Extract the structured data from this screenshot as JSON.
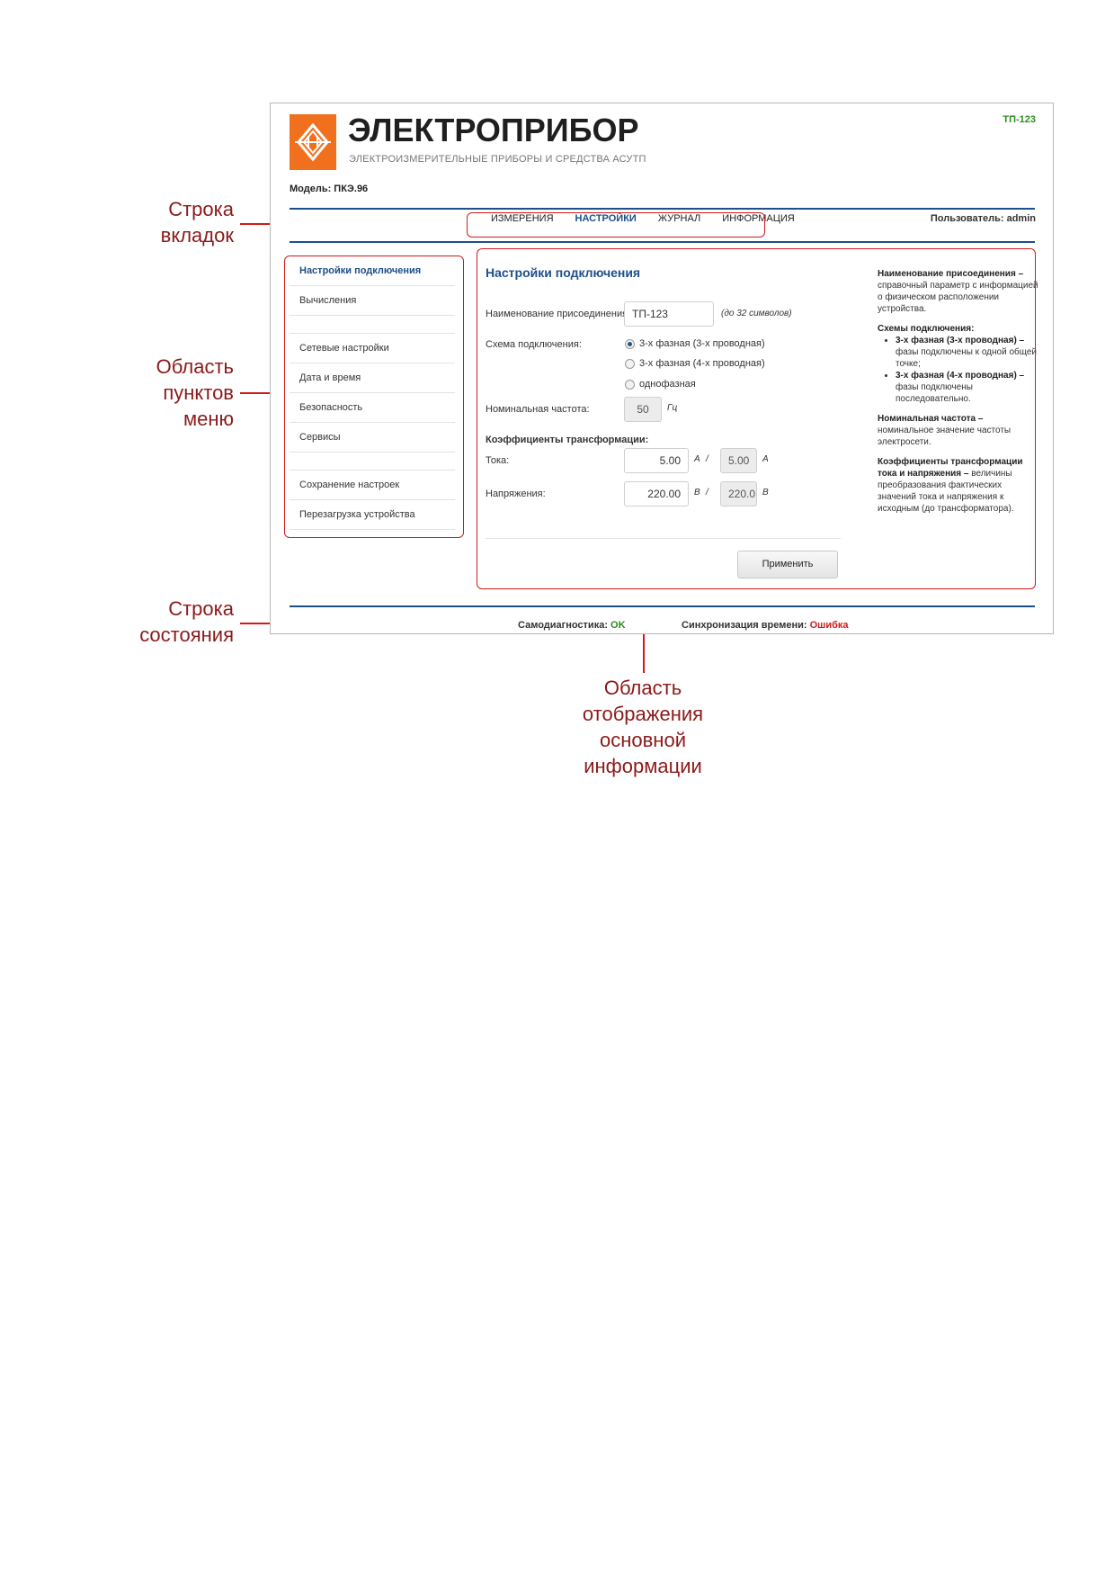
{
  "annotations": {
    "tabs_row": [
      "Строка",
      "вкладок"
    ],
    "menu_area": [
      "Область",
      "пунктов",
      "меню"
    ],
    "status_row": [
      "Строка",
      "состояния"
    ],
    "main_area": [
      "Область",
      "отображения",
      "основной",
      "информации"
    ]
  },
  "header": {
    "brand": "ЭЛЕКТРОПРИБОР",
    "brand_subtitle": "ЭЛЕКТРОИЗМЕРИТЕЛЬНЫЕ ПРИБОРЫ И СРЕДСТВА АСУТП",
    "device_id": "ТП-123",
    "model": "Модель: ПКЭ.96",
    "user": "Пользователь: admin",
    "logo_icon": "diamond-logo-icon",
    "brand_color": "#f0701e"
  },
  "tabs": [
    {
      "label": "ИЗМЕРЕНИЯ",
      "active": false
    },
    {
      "label": "НАСТРОЙКИ",
      "active": true
    },
    {
      "label": "ЖУРНАЛ",
      "active": false
    },
    {
      "label": "ИНФОРМАЦИЯ",
      "active": false
    }
  ],
  "menu": {
    "items": [
      {
        "label": "Настройки подключения",
        "active": true
      },
      {
        "label": "Вычисления"
      },
      {
        "label": "Сетевые настройки"
      },
      {
        "label": "Дата и время"
      },
      {
        "label": "Безопасность"
      },
      {
        "label": "Сервисы"
      },
      {
        "label": "Сохранение настроек"
      },
      {
        "label": "Перезагрузка устройства"
      }
    ]
  },
  "main": {
    "title": "Настройки подключения",
    "connection_name": {
      "label": "Наименование присоединения:",
      "value": "ТП-123",
      "hint": "(до 32 символов)"
    },
    "scheme": {
      "label": "Схема подключения:",
      "options": [
        "3-х фазная (3-х проводная)",
        "3-х фазная (4-х проводная)",
        "однофазная"
      ],
      "selected": "3-х фазная (3-х проводная)"
    },
    "frequency": {
      "label": "Номинальная частота:",
      "value": "50",
      "unit": "Гц"
    },
    "coefficients_title": "Коэффициенты трансформации:",
    "current": {
      "label": "Тока:",
      "value": "5.00",
      "unit": "А",
      "sep": "/",
      "secondary": "5.00",
      "unit2": "А"
    },
    "voltage": {
      "label": "Напряжения:",
      "value": "220.00",
      "unit": "В",
      "sep": "/",
      "secondary": "220.0",
      "unit2": "В"
    },
    "apply_label": "Применить"
  },
  "help": {
    "h1": "Наименование присоединения –",
    "t1": "справочный параметр с информацией о физическом расположении устройства.",
    "h2": "Схемы подключения:",
    "b1h": "3-х фазная (3-х проводная) –",
    "b1t": "фазы подключены к одной общей точке;",
    "b2h": "3-х фазная (4-х проводная) –",
    "b2t": "фазы подключены последовательно.",
    "h3": "Номинальная частота –",
    "t3": "номинальное значение частоты электросети.",
    "h4": "Коэффициенты трансформации тока и напряжения –",
    "t4": "величины преобразования фактических значений тока и напряжения к исходным (до трансформатора)."
  },
  "status": {
    "selftest_label": "Самодиагностика:",
    "selftest_value": "OK",
    "sync_label": "Синхронизация времени:",
    "sync_value": "Ошибка",
    "ok_color": "#2e8b1e",
    "error_color": "#d11a1a"
  }
}
